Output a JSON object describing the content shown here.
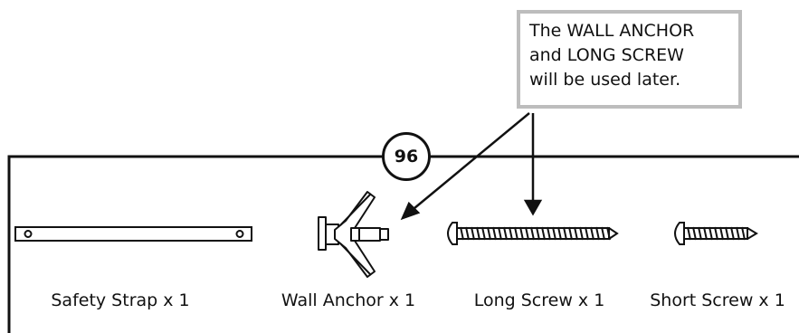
{
  "callout": {
    "lines": [
      "The WALL ANCHOR",
      "and LONG SCREW",
      "will be used later."
    ]
  },
  "step": {
    "number": "96"
  },
  "parts": [
    {
      "label": "Safety Strap x 1",
      "icon": "safety-strap-icon"
    },
    {
      "label": "Wall Anchor x 1",
      "icon": "wall-anchor-icon"
    },
    {
      "label": "Long Screw x 1",
      "icon": "long-screw-icon"
    },
    {
      "label": "Short Screw x 1",
      "icon": "short-screw-icon"
    }
  ],
  "colors": {
    "ink": "#111111",
    "callout_border": "#bdbdbd"
  }
}
